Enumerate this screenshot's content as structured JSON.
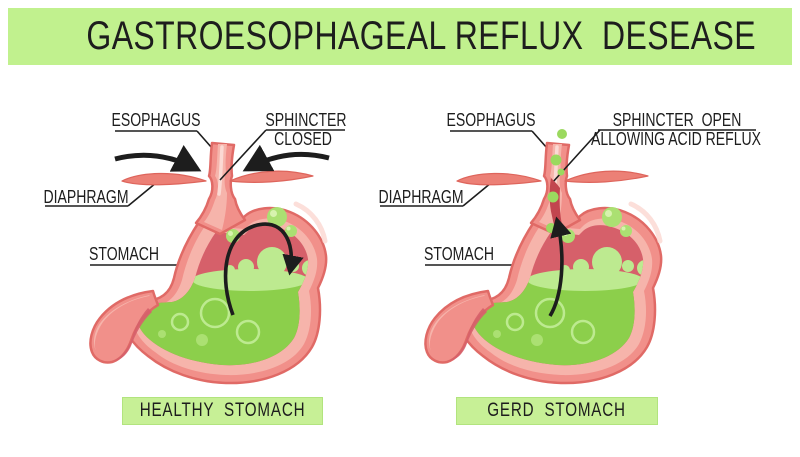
{
  "title": {
    "text": "GASTROESOPHAGEAL REFLUX  DESEASE"
  },
  "figures": {
    "left": {
      "caption": "HEALTHY  STOMACH",
      "labels": {
        "esophagus": "ESOPHAGUS",
        "sphincter_line1": "SPHINCTER",
        "sphincter_line2": "CLOSED",
        "diaphragm": "DIAPHRAGM",
        "stomach": "STOMACH"
      }
    },
    "right": {
      "caption": "GERD  STOMACH",
      "labels": {
        "esophagus": "ESOPHAGUS",
        "sphincter_line1": "SPHINCTER  OPEN",
        "sphincter_line2": "ALLOWING ACID REFLUX",
        "diaphragm": "DIAPHRAGM",
        "stomach": "STOMACH"
      }
    }
  },
  "colors": {
    "banner_green": "#c1f18e",
    "caption_green": "#c7f096",
    "caption_border": "#b2e47e",
    "ink": "#1d1d1d",
    "outline": "#e06a66",
    "wall": "#f1908a",
    "wall_light": "#f6b4ab",
    "wall_highlight": "#fbd9d3",
    "interior_red": "#d6606a",
    "liquid_green": "#8ccf4b",
    "foam_green": "#bdea90",
    "bubble_green": "#abe072",
    "bubble_highlight": "#d7f3ae",
    "tube_bubble": "#9bd95f",
    "diaphragm": "#ec8076",
    "diaphragm_edge": "#de655c",
    "sphincter_channel": "#c2454f"
  }
}
